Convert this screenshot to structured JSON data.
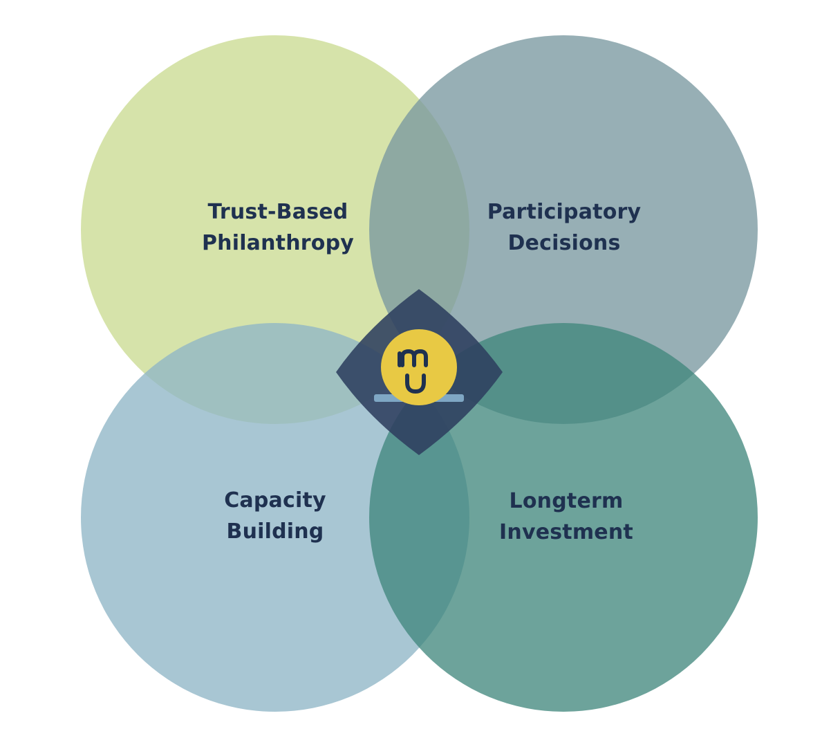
{
  "diagram": {
    "type": "four-circle venn",
    "circles": [
      {
        "id": "top-left",
        "lines": [
          "Trust-Based",
          "Philanthropy"
        ],
        "color": "#cddd97"
      },
      {
        "id": "top-right",
        "lines": [
          "Participatory",
          "Decisions"
        ],
        "color": "#7a98a0"
      },
      {
        "id": "bottom-left",
        "lines": [
          "Capacity",
          "Building"
        ],
        "color": "#8fb6c6"
      },
      {
        "id": "bottom-right",
        "lines": [
          "Longterm",
          "Investment"
        ],
        "color": "#3f867b"
      }
    ],
    "center": {
      "logo_mark": "mu smile logo",
      "diamond_color": "#2e3f5e",
      "badge_color": "#e8c944",
      "plate_color": "#7fa7c4"
    },
    "text_color": "#1f3150"
  }
}
